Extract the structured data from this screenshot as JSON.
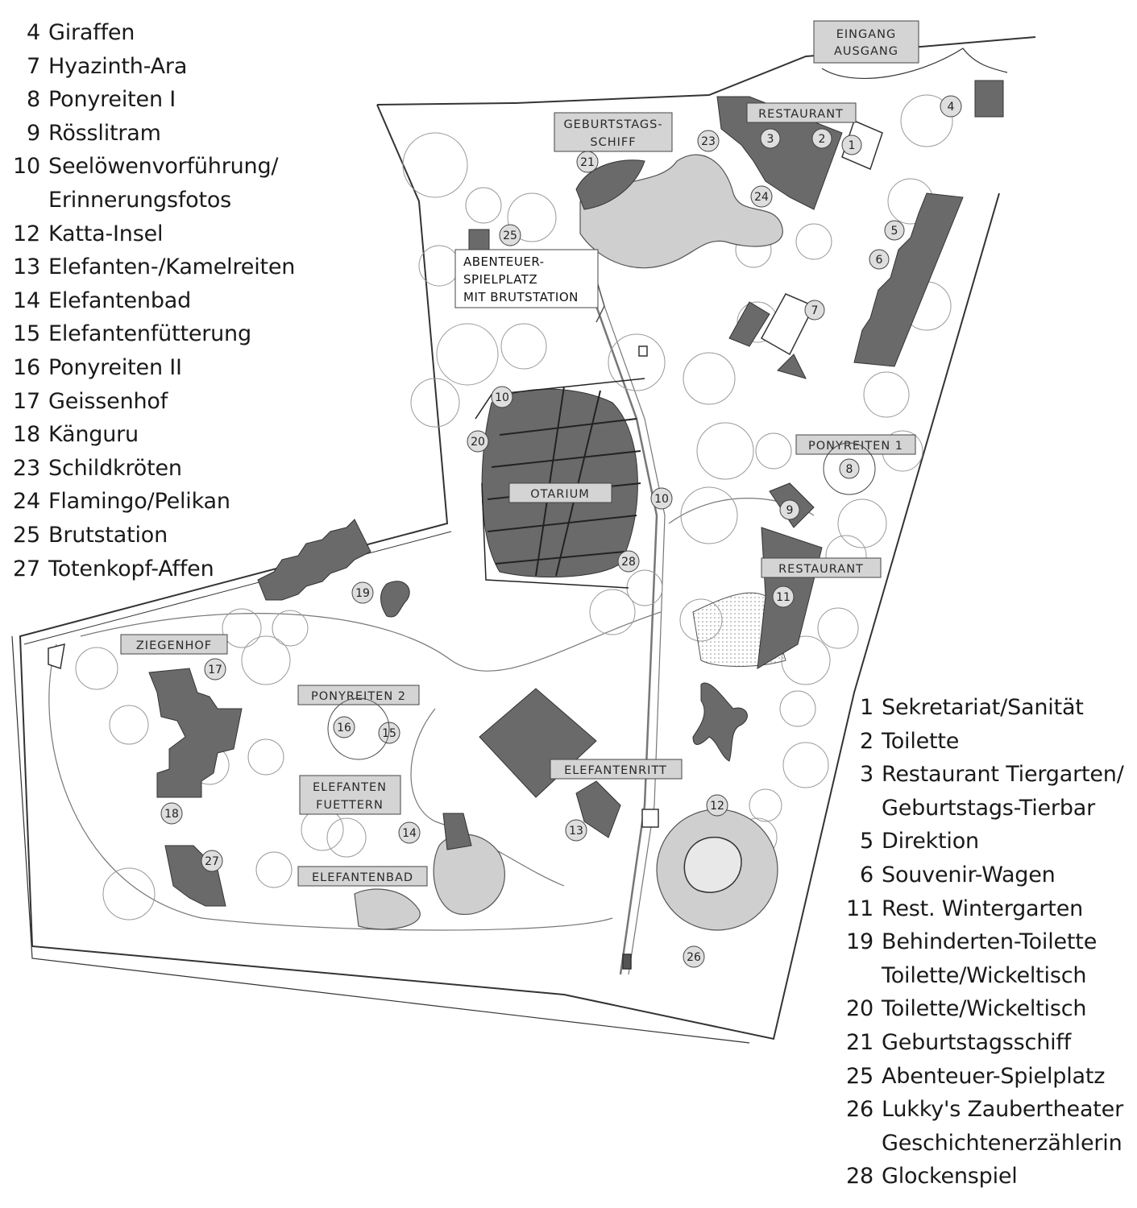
{
  "legend_left": [
    {
      "num": "4",
      "text": "Giraffen"
    },
    {
      "num": "7",
      "text": "Hyazinth-Ara"
    },
    {
      "num": "8",
      "text": "Ponyreiten I"
    },
    {
      "num": "9",
      "text": "Rösslitram"
    },
    {
      "num": "10",
      "text": "Seelöwenvorführung/"
    },
    {
      "num": "",
      "text": "Erinnerungsfotos"
    },
    {
      "num": "12",
      "text": "Katta-Insel"
    },
    {
      "num": "13",
      "text": "Elefanten-/Kamelreiten"
    },
    {
      "num": "14",
      "text": "Elefantenbad"
    },
    {
      "num": "15",
      "text": "Elefantenfütterung"
    },
    {
      "num": "16",
      "text": "Ponyreiten II"
    },
    {
      "num": "17",
      "text": "Geissenhof"
    },
    {
      "num": "18",
      "text": "Känguru"
    },
    {
      "num": "23",
      "text": "Schildkröten"
    },
    {
      "num": "24",
      "text": "Flamingo/Pelikan"
    },
    {
      "num": "25",
      "text": "Brutstation"
    },
    {
      "num": "27",
      "text": "Totenkopf-Affen"
    }
  ],
  "legend_right": [
    {
      "num": "1",
      "text": "Sekretariat/Sanität"
    },
    {
      "num": "2",
      "text": "Toilette"
    },
    {
      "num": "3",
      "text": "Restaurant Tiergarten/"
    },
    {
      "num": "",
      "text": "Geburtstags-Tierbar"
    },
    {
      "num": "5",
      "text": "Direktion"
    },
    {
      "num": "6",
      "text": "Souvenir-Wagen"
    },
    {
      "num": "11",
      "text": "Rest. Wintergarten"
    },
    {
      "num": "19",
      "text": "Behinderten-Toilette"
    },
    {
      "num": "",
      "text": "Toilette/Wickeltisch"
    },
    {
      "num": "20",
      "text": "Toilette/Wickeltisch"
    },
    {
      "num": "21",
      "text": "Geburtstagsschiff"
    },
    {
      "num": "25",
      "text": "Abenteuer-Spielplatz"
    },
    {
      "num": "26",
      "text": "Lukky's Zaubertheater"
    },
    {
      "num": "",
      "text": "Geschichtenerzählerin"
    },
    {
      "num": "28",
      "text": "Glockenspiel"
    }
  ],
  "map_labels": {
    "entrance_line1": "EINGANG",
    "entrance_line2": "AUSGANG",
    "restaurant_north": "RESTAURANT",
    "birthday_ship_line1": "GEBURTSTAGS-",
    "birthday_ship_line2": "SCHIFF",
    "adventure_line1": "ABENTEUER-",
    "adventure_line2": "SPIELPLATZ",
    "adventure_line3": "MIT BRUTSTATION",
    "ponyreiten_1": "PONYREITEN 1",
    "otarium": "OTARIUM",
    "restaurant_east": "RESTAURANT",
    "ziegenhof": "ZIEGENHOF",
    "ponyreiten_2": "PONYREITEN 2",
    "elefanten_fuettern_line1": "ELEFANTEN",
    "elefanten_fuettern_line2": "FUETTERN",
    "elefantenritt": "ELEFANTENRITT",
    "elefantenbad": "ELEFANTENBAD"
  },
  "map_numbers": {
    "n1": "1",
    "n2": "2",
    "n3": "3",
    "n4": "4",
    "n5": "5",
    "n6": "6",
    "n7": "7",
    "n8": "8",
    "n9": "9",
    "n10a": "10",
    "n10b": "10",
    "n11": "11",
    "n12": "12",
    "n13": "13",
    "n14": "14",
    "n15": "15",
    "n16": "16",
    "n17": "17",
    "n18": "18",
    "n19": "19",
    "n20": "20",
    "n21": "21",
    "n23": "23",
    "n24": "24",
    "n25": "25",
    "n26": "26",
    "n27": "27",
    "n28": "28"
  },
  "colors": {
    "building": "#6a6a6a",
    "pond": "#c9c9c9",
    "label_box": "#d4d4d4",
    "line": "#555555",
    "badge": "#dedede"
  }
}
